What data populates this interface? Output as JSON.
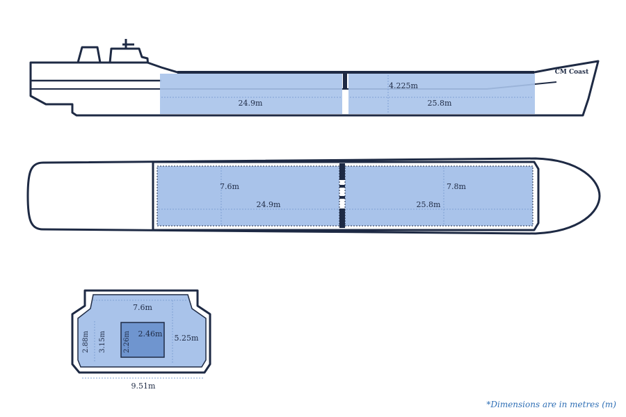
{
  "ship": {
    "name": "CM Coast"
  },
  "side_view": {
    "height_label": "4.225m",
    "hold1_length_label": "24.9m",
    "hold2_length_label": "25.8m"
  },
  "top_view": {
    "hold1_width_label": "7.6m",
    "hold2_width_label": "7.8m",
    "hold1_length_label": "24.9m",
    "hold2_length_label": "25.8m"
  },
  "cross_section": {
    "top_width_label": "7.6m",
    "left_side_height_label": "2.88m",
    "inner_height_label": "3.15m",
    "box_height_label": "2.26m",
    "box_width_label": "2.46m",
    "full_height_label": "5.25m",
    "overall_width_label": "9.51m"
  },
  "footnote": "*Dimensions are in metres (m)",
  "colors": {
    "outline": "#1e2a44",
    "hold_fill": "#a9c3ea",
    "hold_dark": "#6f95cf",
    "dim_line": "#7ea0d4",
    "footnote": "#2f6fb5"
  }
}
